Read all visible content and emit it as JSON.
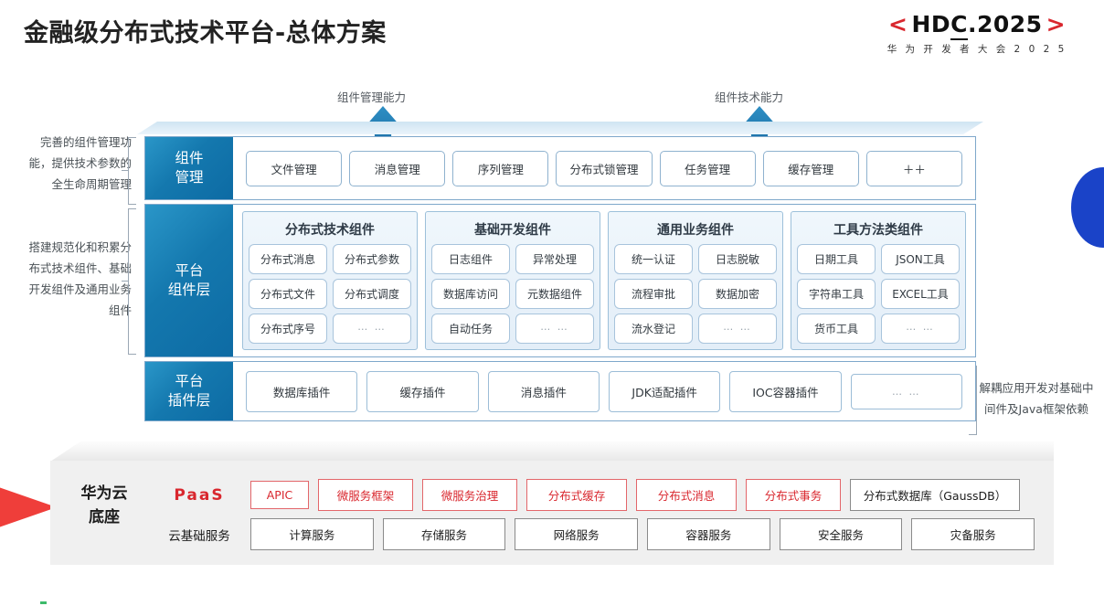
{
  "header": {
    "title": "金融级分布式技术平台-总体方案",
    "logo_bracket_left": "<",
    "logo_main_a": "HD",
    "logo_main_underlined": "C",
    "logo_main_b": ".2025",
    "logo_bracket_right": ">",
    "logo_subtitle": "华 为 开 发 者 大 会 2 0 2 5",
    "accent_red": "#d9272e"
  },
  "arrows": [
    {
      "label": "组件管理能力"
    },
    {
      "label": "组件技术能力"
    }
  ],
  "side_notes": {
    "left_top": "完善的组件管理功能，提供技术参数的全生命周期管理",
    "left_bottom": "搭建规范化和积累分布式技术组件、基础开发组件及通用业务组件",
    "right": "解耦应用开发对基础中间件及Java框架依赖"
  },
  "layers": {
    "management": {
      "label_line1": "组件",
      "label_line2": "管理",
      "items": [
        "文件管理",
        "消息管理",
        "序列管理",
        "分布式锁管理",
        "任务管理",
        "缓存管理",
        "＋＋"
      ]
    },
    "components": {
      "label_line1": "平台",
      "label_line2": "组件层",
      "groups": [
        {
          "title": "分布式技术组件",
          "cells": [
            "分布式消息",
            "分布式参数",
            "分布式文件",
            "分布式调度",
            "分布式序号",
            "… …"
          ]
        },
        {
          "title": "基础开发组件",
          "cells": [
            "日志组件",
            "异常处理",
            "数据库访问",
            "元数据组件",
            "自动任务",
            "… …"
          ]
        },
        {
          "title": "通用业务组件",
          "cells": [
            "统一认证",
            "日志脱敏",
            "流程审批",
            "数据加密",
            "流水登记",
            "… …"
          ]
        },
        {
          "title": "工具方法类组件",
          "cells": [
            "日期工具",
            "JSON工具",
            "字符串工具",
            "EXCEL工具",
            "货币工具",
            "… …"
          ]
        }
      ]
    },
    "plugins": {
      "label_line1": "平台",
      "label_line2": "插件层",
      "items": [
        "数据库插件",
        "缓存插件",
        "消息插件",
        "JDK适配插件",
        "IOC容器插件",
        "… …"
      ]
    }
  },
  "base": {
    "title_line1": "华为云",
    "title_line2": "底座",
    "paas_label": "PaaS",
    "iaas_label": "云基础服务",
    "paas_items": [
      {
        "label": "APIC",
        "style": "red"
      },
      {
        "label": "微服务框架",
        "style": "red"
      },
      {
        "label": "微服务治理",
        "style": "red"
      },
      {
        "label": "分布式缓存",
        "style": "red"
      },
      {
        "label": "分布式消息",
        "style": "red"
      },
      {
        "label": "分布式事务",
        "style": "red"
      },
      {
        "label": "分布式数据库（GaussDB）",
        "style": "neutral"
      }
    ],
    "iaas_items": [
      "计算服务",
      "存储服务",
      "网络服务",
      "容器服务",
      "安全服务",
      "灾备服务"
    ]
  }
}
